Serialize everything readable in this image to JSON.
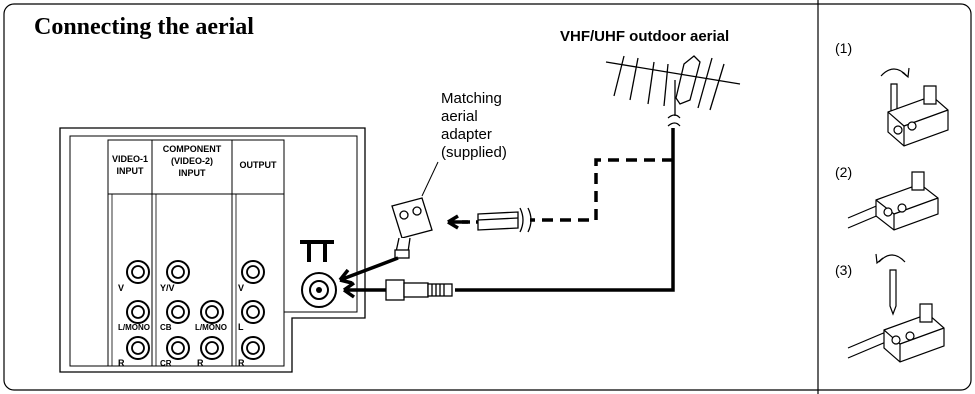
{
  "title": "Connecting the aerial",
  "antenna_label": "VHF/UHF outdoor aerial",
  "adapter_label": [
    "Matching",
    "aerial",
    "adapter",
    "(supplied)"
  ],
  "panel": {
    "col1_header": [
      "VIDEO-1",
      "INPUT"
    ],
    "col2_header": [
      "COMPONENT",
      "(VIDEO-2)",
      "INPUT"
    ],
    "col3_header": [
      "OUTPUT"
    ],
    "jack_labels": {
      "v": "V",
      "mono": "L/MONO",
      "r": "R",
      "y": "Y/V",
      "cb": "CB",
      "cr": "CR",
      "l": "L"
    }
  },
  "steps": [
    "(1)",
    "(2)",
    "(3)"
  ]
}
